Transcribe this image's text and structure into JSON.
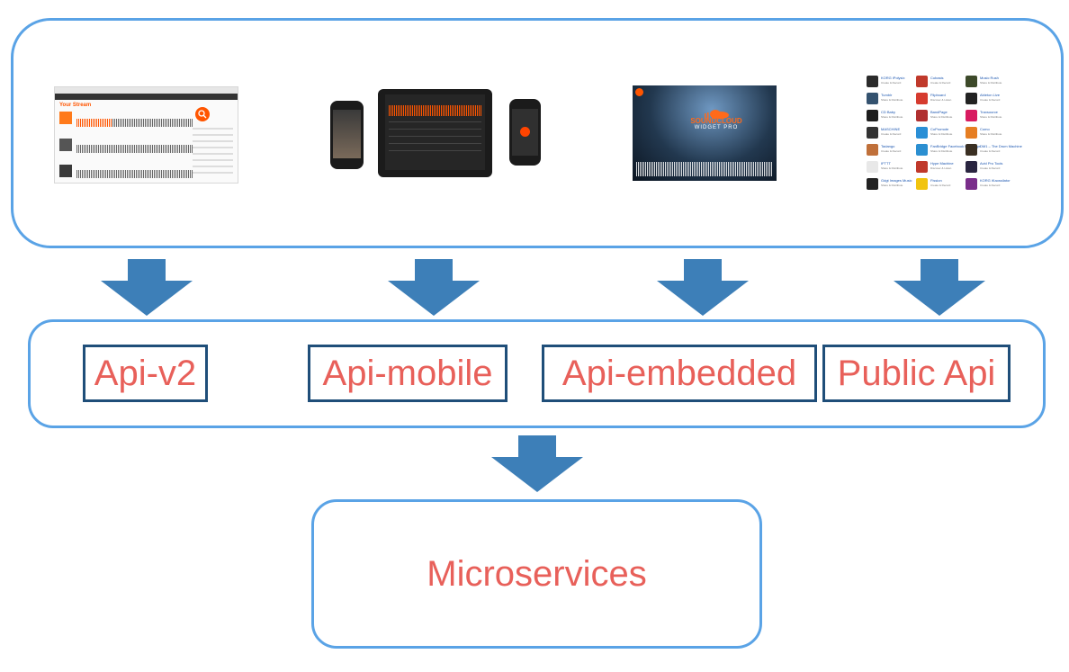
{
  "layers": {
    "clients": {
      "web": {
        "stream_heading": "Your Stream"
      },
      "widget": {
        "title": "SOUNDCLOUD",
        "subtitle": "WIDGET PRO"
      },
      "apps": [
        {
          "name": "KORG iPolysix",
          "category": "Create & Record",
          "color": "#2b2b2b"
        },
        {
          "name": "Cubasis",
          "category": "Create & Record",
          "color": "#c0392b"
        },
        {
          "name": "Music Rush",
          "category": "Share & Distribute",
          "color": "#3d4a2a"
        },
        {
          "name": "Tumblr",
          "category": "Share & Distribute",
          "color": "#34526f"
        },
        {
          "name": "Flipboard",
          "category": "Discover & Listen",
          "color": "#d63b2f"
        },
        {
          "name": "Ableton Live",
          "category": "Create & Record",
          "color": "#222222"
        },
        {
          "name": "CD Baby",
          "category": "Share & Distribute",
          "color": "#1d1d1d"
        },
        {
          "name": "BandPage",
          "category": "Share & Distribute",
          "color": "#b03030"
        },
        {
          "name": "Traxsource",
          "category": "Share & Distribute",
          "color": "#d81b60"
        },
        {
          "name": "MASCHINE",
          "category": "Create & Record",
          "color": "#333333"
        },
        {
          "name": "CoPromote",
          "category": "Share & Distribute",
          "color": "#2a8fd6"
        },
        {
          "name": "Como",
          "category": "Share & Distribute",
          "color": "#e67e22"
        },
        {
          "name": "Tadango",
          "category": "Create & Record",
          "color": "#c0703a"
        },
        {
          "name": "FanBridge Facebook Fan Page",
          "category": "Share & Distribute",
          "color": "#2b8fd1"
        },
        {
          "name": "DM1 – The Drum Machine",
          "category": "Create & Record",
          "color": "#3a2f22"
        },
        {
          "name": "IFTTT",
          "category": "Share & Distribute",
          "color": "#e8e8e8"
        },
        {
          "name": "Hype Machine",
          "category": "Discover & Listen",
          "color": "#c0392b"
        },
        {
          "name": "Avid Pro Tools",
          "category": "Create & Record",
          "color": "#2a2540"
        },
        {
          "name": "Gdgt Images Music",
          "category": "Share & Distribute",
          "color": "#222222"
        },
        {
          "name": "Fission",
          "category": "Create & Record",
          "color": "#f1c40f"
        },
        {
          "name": "KORG iKaossilator",
          "category": "Create & Record",
          "color": "#7a2e8a"
        }
      ]
    },
    "apis": [
      {
        "label": "Api-v2"
      },
      {
        "label": "Api-mobile"
      },
      {
        "label": "Api-embedded"
      },
      {
        "label": "Public Api"
      }
    ],
    "microservices": {
      "label": "Microservices"
    }
  },
  "colors": {
    "box_border": "#5aa3e6",
    "label_border": "#1f4e79",
    "label_text": "#e8605a",
    "arrow": "#3d7fb8"
  }
}
